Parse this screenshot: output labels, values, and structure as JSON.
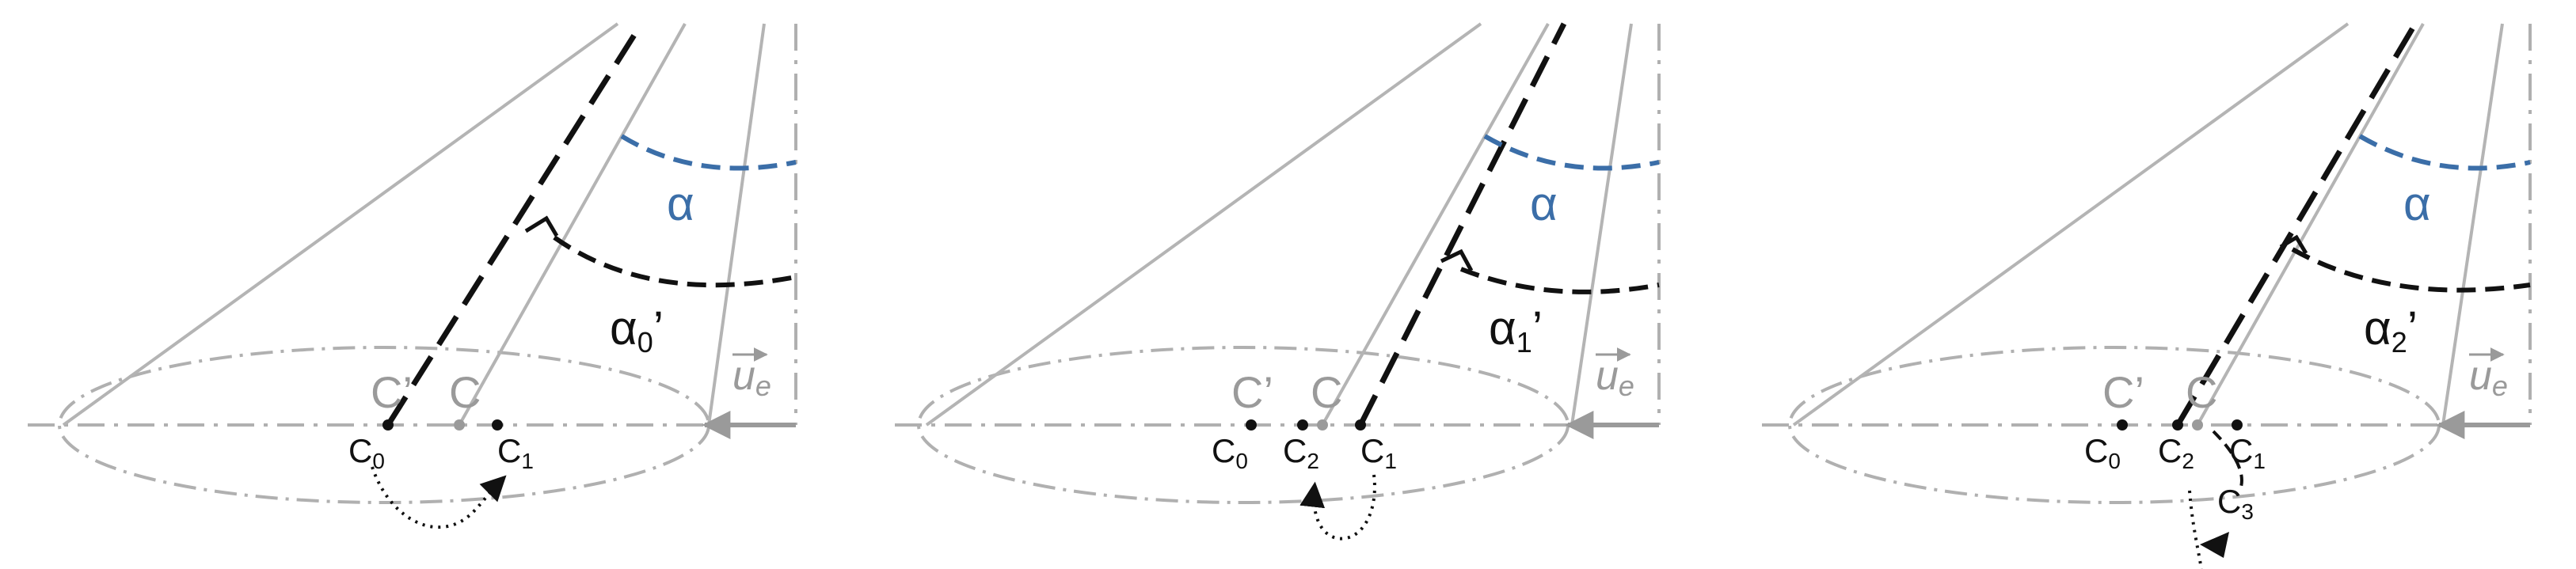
{
  "colors": {
    "gray_line": "#b4b4b4",
    "dashdot_gray": "#b0b0b0",
    "black": "#111111",
    "blue": "#3b6ea8",
    "label_gray": "#9a9a9a"
  },
  "panels": [
    {
      "id": "panel-1",
      "alpha_label": "α",
      "alpha_prime_base": "α",
      "alpha_prime_sub": "0",
      "alpha_prime_mark": "’",
      "c_prime_label": "C’",
      "c_label": "C",
      "ue_label": "u",
      "ue_sub": "e",
      "points": [
        {
          "name": "C",
          "sub": "0"
        },
        {
          "name": "C",
          "sub": "1"
        }
      ]
    },
    {
      "id": "panel-2",
      "alpha_label": "α",
      "alpha_prime_base": "α",
      "alpha_prime_sub": "1",
      "alpha_prime_mark": "’",
      "c_prime_label": "C’",
      "c_label": "C",
      "ue_label": "u",
      "ue_sub": "e",
      "points": [
        {
          "name": "C",
          "sub": "0"
        },
        {
          "name": "C",
          "sub": "2"
        },
        {
          "name": "C",
          "sub": "1"
        }
      ]
    },
    {
      "id": "panel-3",
      "alpha_label": "α",
      "alpha_prime_base": "α",
      "alpha_prime_sub": "2",
      "alpha_prime_mark": "’",
      "c_prime_label": "C’",
      "c_label": "C",
      "ue_label": "u",
      "ue_sub": "e",
      "points": [
        {
          "name": "C",
          "sub": "0"
        },
        {
          "name": "C",
          "sub": "2"
        },
        {
          "name": "C",
          "sub": "1"
        },
        {
          "name": "C",
          "sub": "3"
        }
      ]
    }
  ]
}
